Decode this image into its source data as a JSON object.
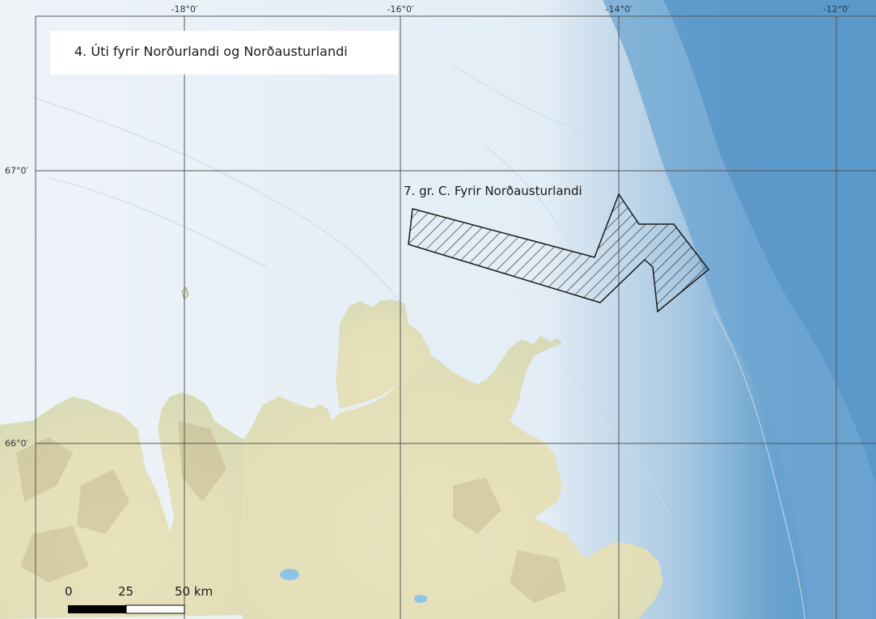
{
  "map": {
    "title": "4. Úti fyrir Norðurlandi og Norðausturlandi",
    "area_label": "7. gr. C. Fyrir Norðausturlandi",
    "graticule": {
      "longitudes": [
        "-18°0′",
        "-16°0′",
        "-14°0′",
        "-12°0′"
      ],
      "latitudes": [
        "67°0′",
        "66°0′"
      ]
    },
    "scale_bar": {
      "labels": [
        "0",
        "25",
        "50 km"
      ]
    },
    "colors": {
      "ocean_shallow": "#eef3f8",
      "ocean_deep": "#5d99c9",
      "land": "#e4e0b8",
      "hatch": "#1a1a1a",
      "graticule": "#555555"
    }
  }
}
